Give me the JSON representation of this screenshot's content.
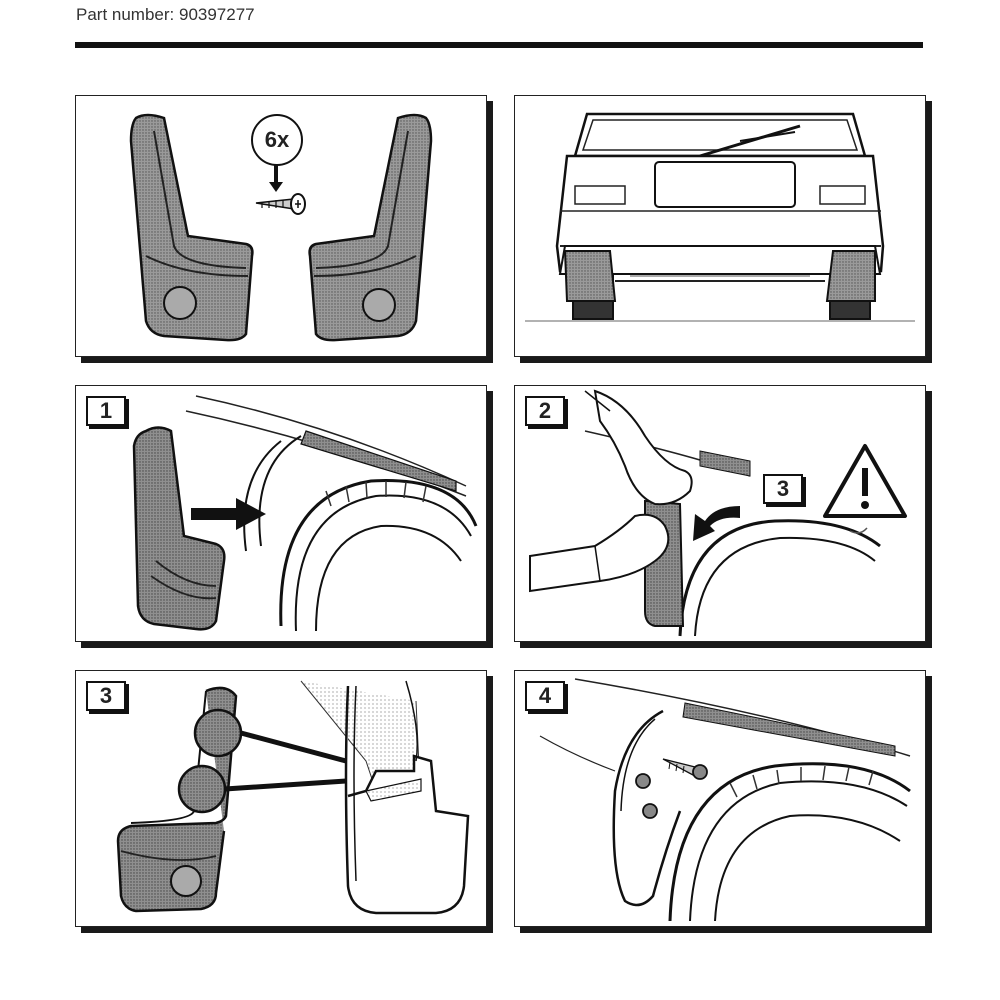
{
  "header": {
    "part_number": "Part number: 90397277"
  },
  "panels": {
    "parts": {
      "quantity": "6x"
    },
    "step1": {
      "badge": "1"
    },
    "step2": {
      "badge": "2",
      "reference_step": "3",
      "warning": "warning-triangle-icon"
    },
    "step3": {
      "badge": "3"
    },
    "step4": {
      "badge": "4"
    }
  },
  "colors": {
    "ink": "#111111",
    "flap_fill": "#8a8a8a",
    "shadow": "#1a1a1a"
  }
}
